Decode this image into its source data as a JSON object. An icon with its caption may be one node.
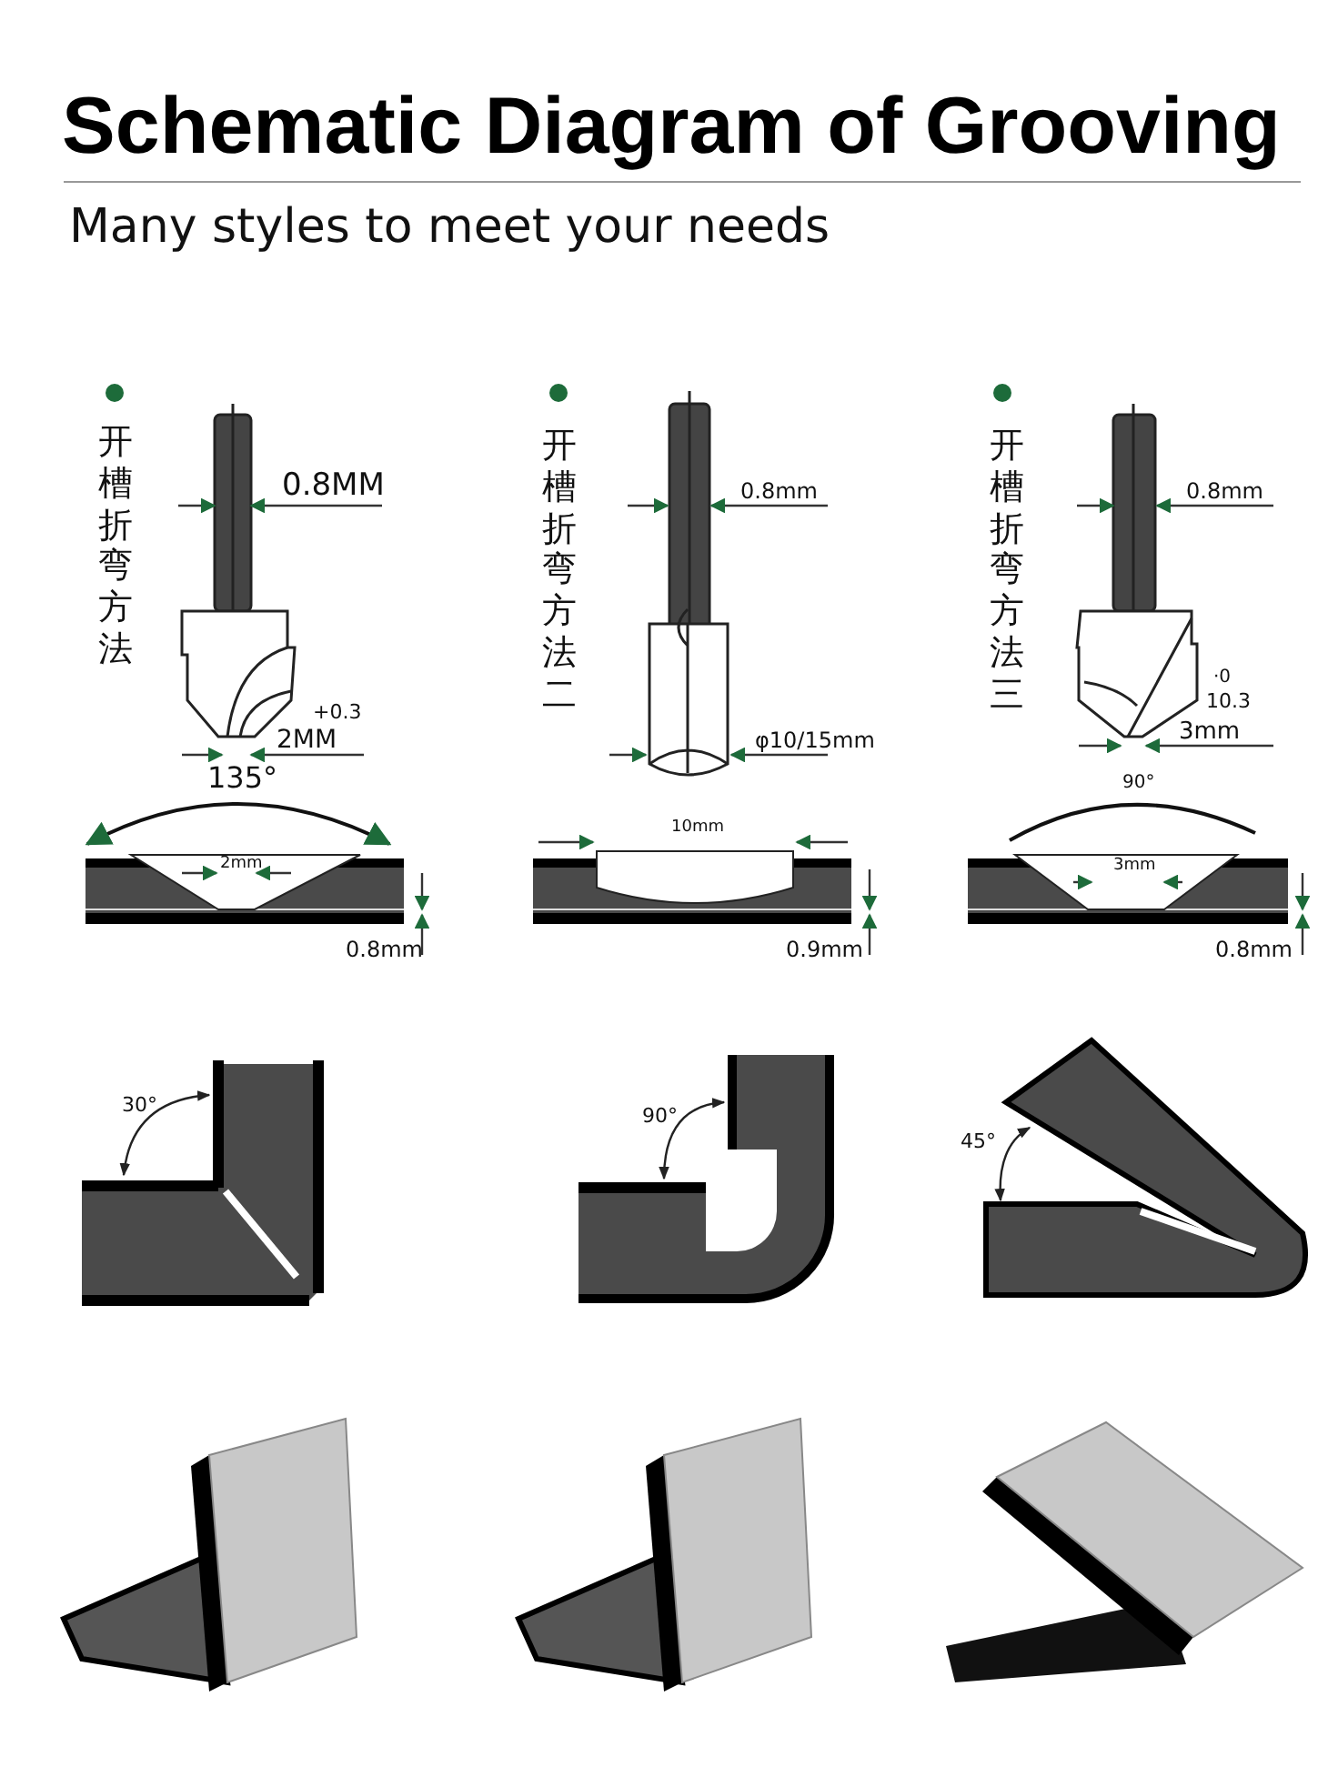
{
  "diagram": {
    "title": "Schematic Diagram of Grooving",
    "labels": [
      "Many styles to meet your needs",
      "开槽折弯方法",
      "0.8MM",
      "+0.3",
      "2MM",
      "135°",
      "2mm",
      "0.8mm",
      "开槽折弯方法二",
      "0.8mm",
      "φ10/15mm",
      "10mm",
      "0.9mm",
      "开槽折弯方法三",
      "0.8mm",
      "·0",
      "10.3",
      "3mm",
      "90°",
      "3mm",
      "0.8mm",
      "30°",
      "90°",
      "45°"
    ]
  }
}
